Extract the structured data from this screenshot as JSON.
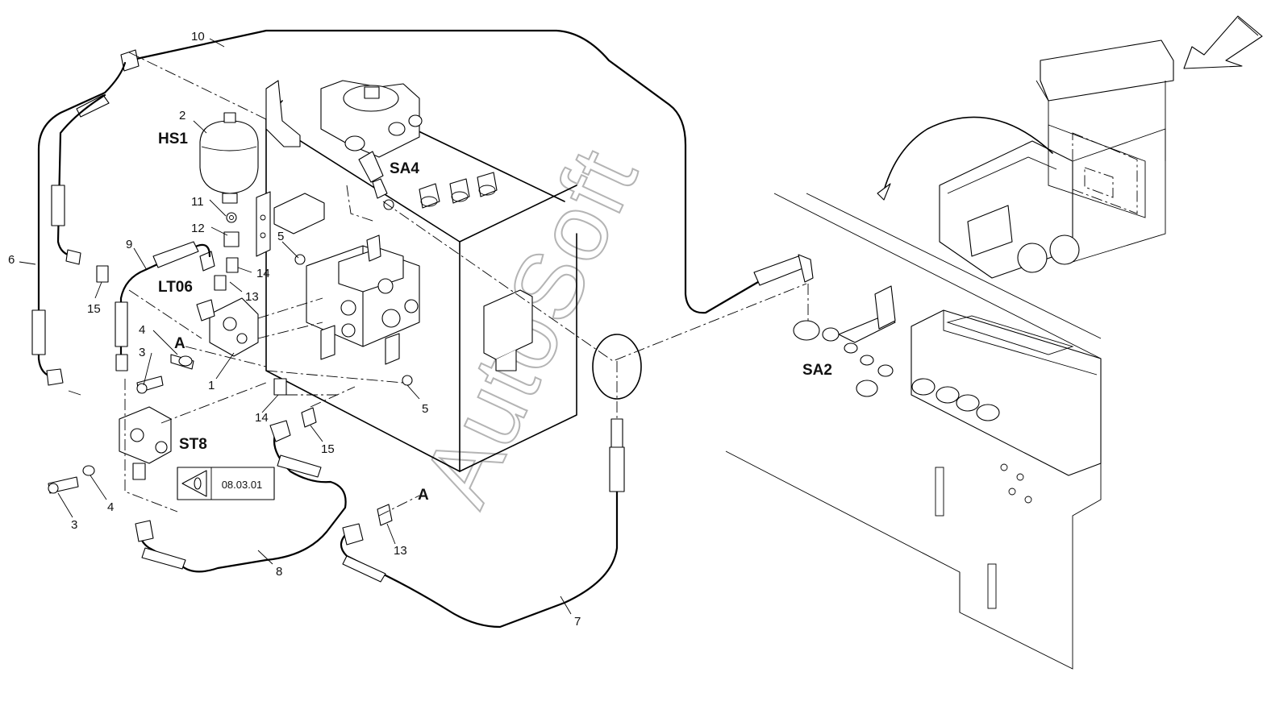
{
  "labels": {
    "part_numbers": {
      "n10": "10",
      "n2": "2",
      "n11": "11",
      "n12": "12",
      "n14a": "14",
      "n13a": "13",
      "n9": "9",
      "n6": "6",
      "n15a": "15",
      "n4a": "4",
      "n3a": "3",
      "n1": "1",
      "n5a": "5",
      "n5b": "5",
      "n14b": "14",
      "n15b": "15",
      "n4b": "4",
      "n3b": "3",
      "n8": "8",
      "n13b": "13",
      "n7": "7"
    },
    "assembly_codes": {
      "hs1": "HS1",
      "sa4": "SA4",
      "lt06": "LT06",
      "st8": "ST8",
      "sa2": "SA2"
    },
    "section_markers": {
      "a1": "A",
      "a2": "A"
    },
    "reference_box": "08.03.01"
  },
  "watermark": "AutoSoft",
  "colors": {
    "line": "#000000",
    "watermark_outline": "#b4b4b4",
    "background": "#ffffff"
  },
  "icons": {
    "reference": "eye-view-icon",
    "direction": "direction-arrow-icon"
  }
}
